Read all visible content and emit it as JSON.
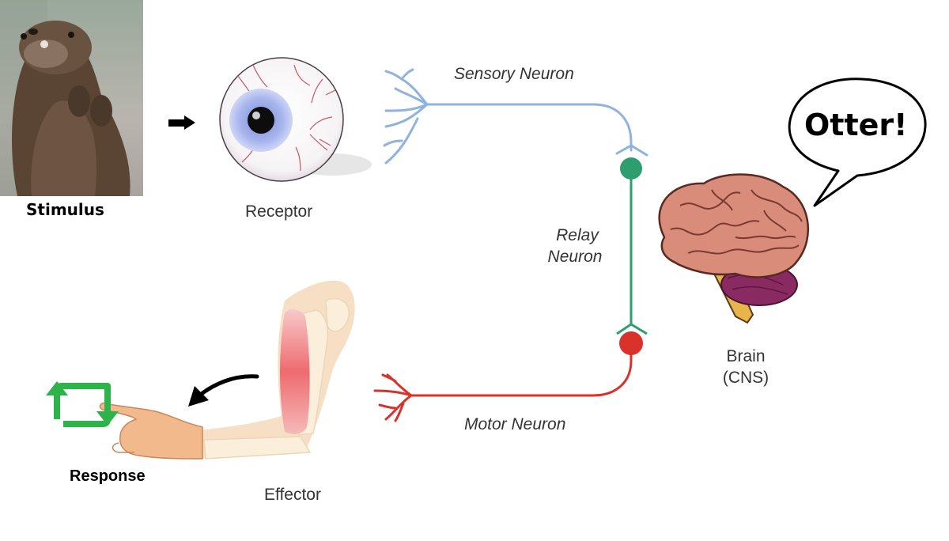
{
  "labels": {
    "stimulus": "Stimulus",
    "receptor": "Receptor",
    "sensory_neuron": "Sensory Neuron",
    "relay_neuron_line1": "Relay",
    "relay_neuron_line2": "Neuron",
    "motor_neuron": "Motor Neuron",
    "brain_line1": "Brain",
    "brain_line2": "(CNS)",
    "effector": "Effector",
    "response": "Response",
    "speech": "Otter!"
  },
  "colors": {
    "sensory": "#8fb3dd",
    "relay": "#2e9e6e",
    "motor": "#d8322b",
    "arrow": "#000000",
    "response_icon": "#2cb34a",
    "brain": "#d98c7a",
    "cerebellum": "#8a2a63"
  },
  "icons": {
    "stimulus_photo": "otter-photo",
    "receptor": "eyeball-icon",
    "brain": "brain-icon",
    "effector": "arm-muscle-icon",
    "response": "repeat-icon"
  }
}
